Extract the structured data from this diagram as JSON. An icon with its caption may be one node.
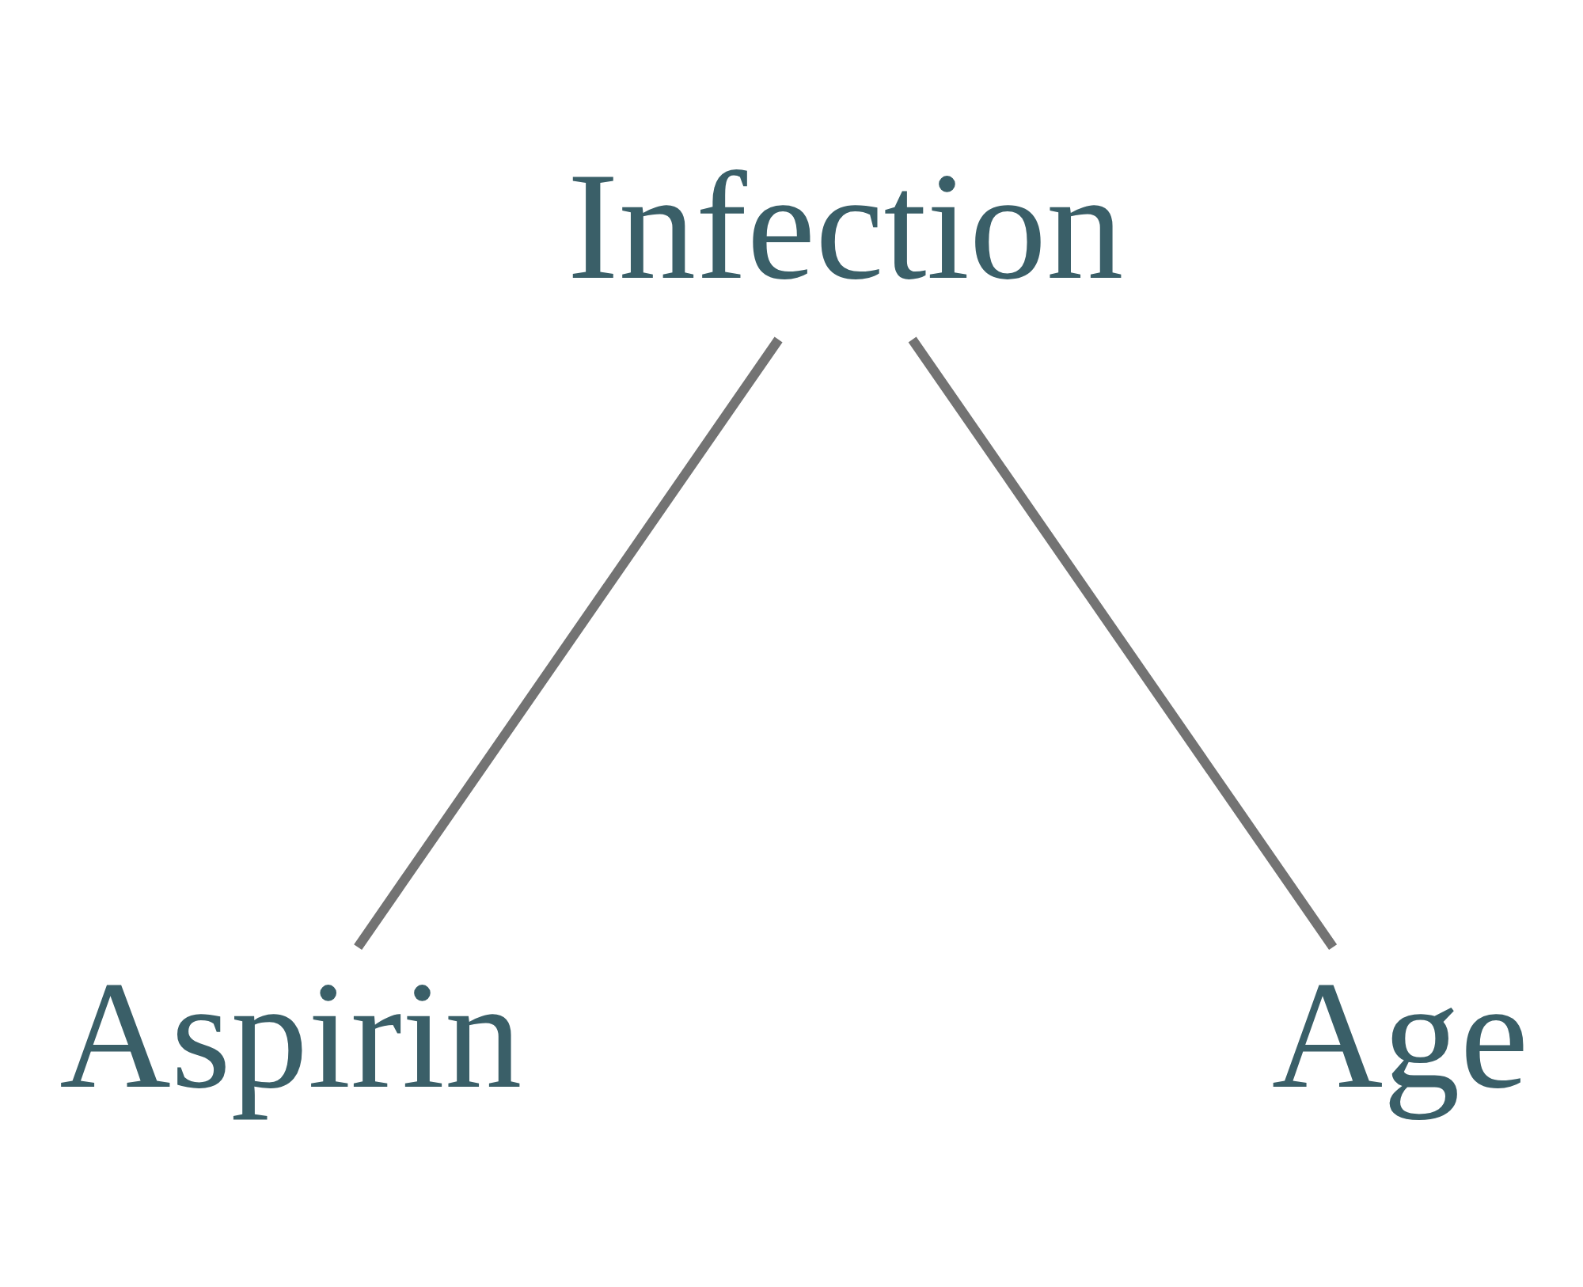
{
  "diagram": {
    "nodes": [
      {
        "text": [
          "Infection"
        ]
      },
      {
        "text": [
          "Aspirin"
        ]
      },
      {
        "text": [
          "Age"
        ]
      }
    ],
    "edges": [
      {
        "from": 0,
        "to": 1,
        "arrow": "none"
      },
      {
        "from": 0,
        "to": 2,
        "arrow": "none"
      }
    ]
  }
}
